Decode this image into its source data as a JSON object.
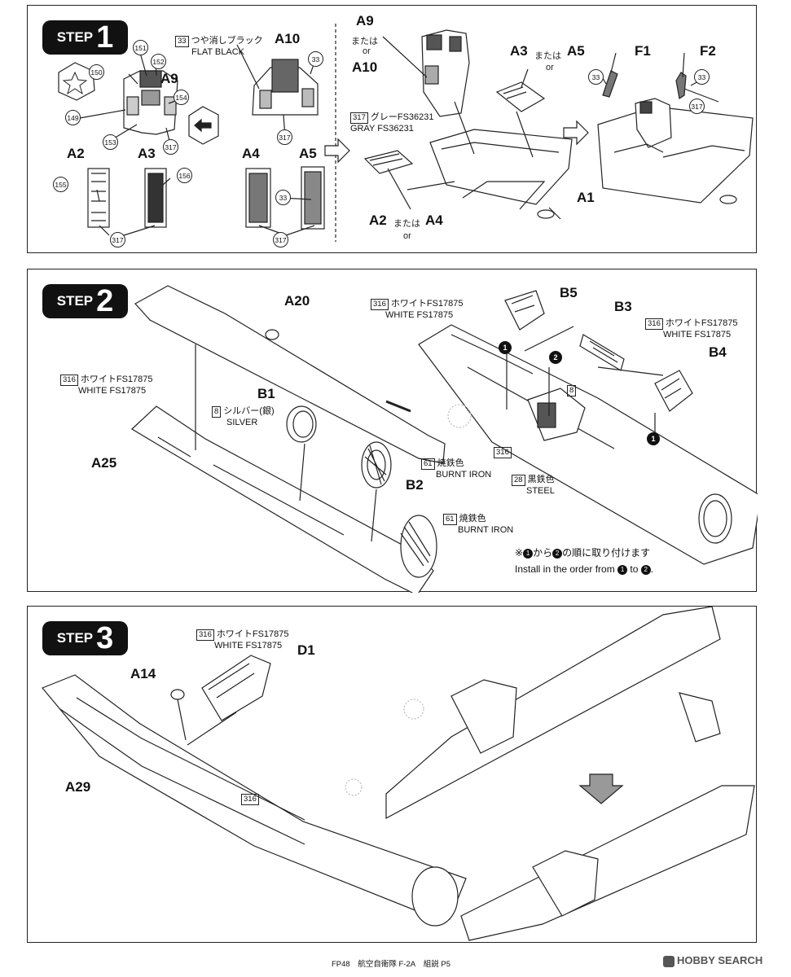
{
  "steps": [
    {
      "word": "STEP",
      "number": "1"
    },
    {
      "word": "STEP",
      "number": "2"
    },
    {
      "word": "STEP",
      "number": "3"
    }
  ],
  "step1": {
    "paint_33_jp": "つや消しブラック",
    "paint_33_en": "FLAT BLACK",
    "paint_33_code": "33",
    "paint_317_jp": "グレーFS36231",
    "paint_317_en": "GRAY FS36231",
    "paint_317_code": "317",
    "parts": {
      "a9": "A9",
      "a10": "A10",
      "a2": "A2",
      "a3": "A3",
      "a4": "A4",
      "a5": "A5",
      "a9b": "A9",
      "a10b": "A10",
      "a3b": "A3",
      "a5b": "A5",
      "a2b": "A2",
      "a4b": "A4",
      "a1": "A1",
      "f1": "F1",
      "f2": "F2"
    },
    "or_jp": "または",
    "or_en": "or",
    "callouts": [
      "151",
      "150",
      "152",
      "154",
      "149",
      "153",
      "317",
      "33",
      "317",
      "155",
      "156",
      "317",
      "33",
      "317",
      "33",
      "33",
      "317"
    ]
  },
  "step2": {
    "parts": {
      "a20": "A20",
      "a25": "A25",
      "b1": "B1",
      "b2": "B2",
      "b3": "B3",
      "b4": "B4",
      "b5": "B5"
    },
    "white_jp": "ホワイトFS17875",
    "white_en": "WHITE FS17875",
    "white_code": "316",
    "silver_jp": "シルバー(銀)",
    "silver_en": "SILVER",
    "silver_code": "8",
    "burnt_jp": "焼鉄色",
    "burnt_en": "BURNT IRON",
    "burnt_code": "61",
    "steel_jp": "黒鉄色",
    "steel_en": "STEEL",
    "steel_code": "28",
    "code_8b": "8",
    "code_316b": "316",
    "order_jp_pre": "※",
    "order_jp_mid": "から",
    "order_jp_post": "の順に取り付けます",
    "order_en_pre": "Install in the order from",
    "order_en_mid": "to",
    "order_en_post": ".",
    "order_1": "1",
    "order_2": "2"
  },
  "step3": {
    "parts": {
      "a14": "A14",
      "d1": "D1",
      "a29": "A29"
    },
    "white_jp": "ホワイトFS17875",
    "white_en": "WHITE FS17875",
    "white_code": "316",
    "code_316b": "316"
  },
  "footer": {
    "code": "FP48",
    "title": "航空自衛隊 F-2A",
    "page": "組説 P5"
  },
  "brand": "HOBBY SEARCH"
}
